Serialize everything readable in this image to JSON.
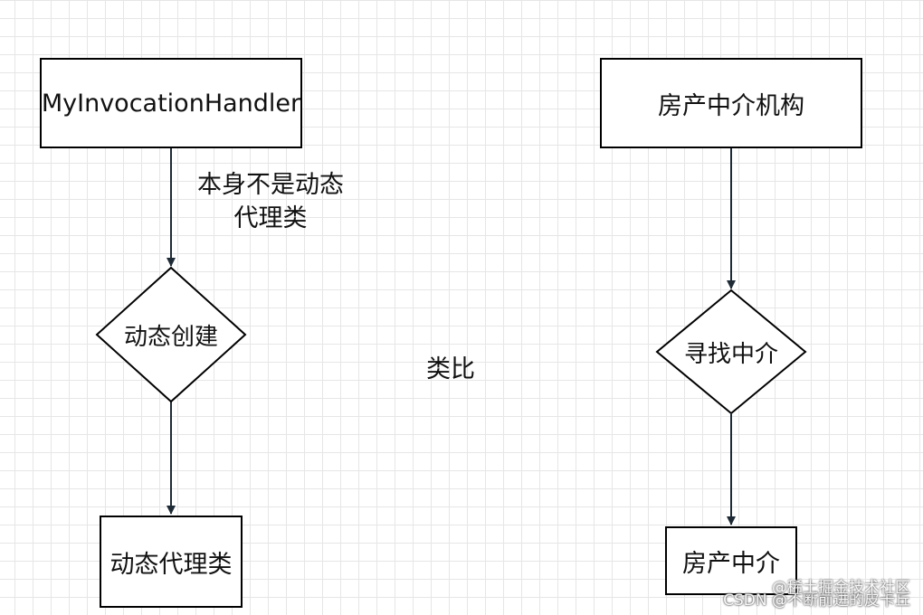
{
  "left_flow": {
    "start_box": "MyInvocationHandler",
    "edge_note_line1": "本身不是动态",
    "edge_note_line2": "代理类",
    "decision": "动态创建",
    "end_box": "动态代理类"
  },
  "center_label": "类比",
  "right_flow": {
    "start_box": "房产中介机构",
    "decision": "寻找中介",
    "end_box": "房产中介"
  },
  "watermark": {
    "line1": "@稀土掘金技术社区",
    "line2": "CSDN @不断前进的皮卡丘"
  },
  "colors": {
    "edge": "#1e2b36",
    "border": "#000000",
    "grid": "#e6e6e6"
  }
}
